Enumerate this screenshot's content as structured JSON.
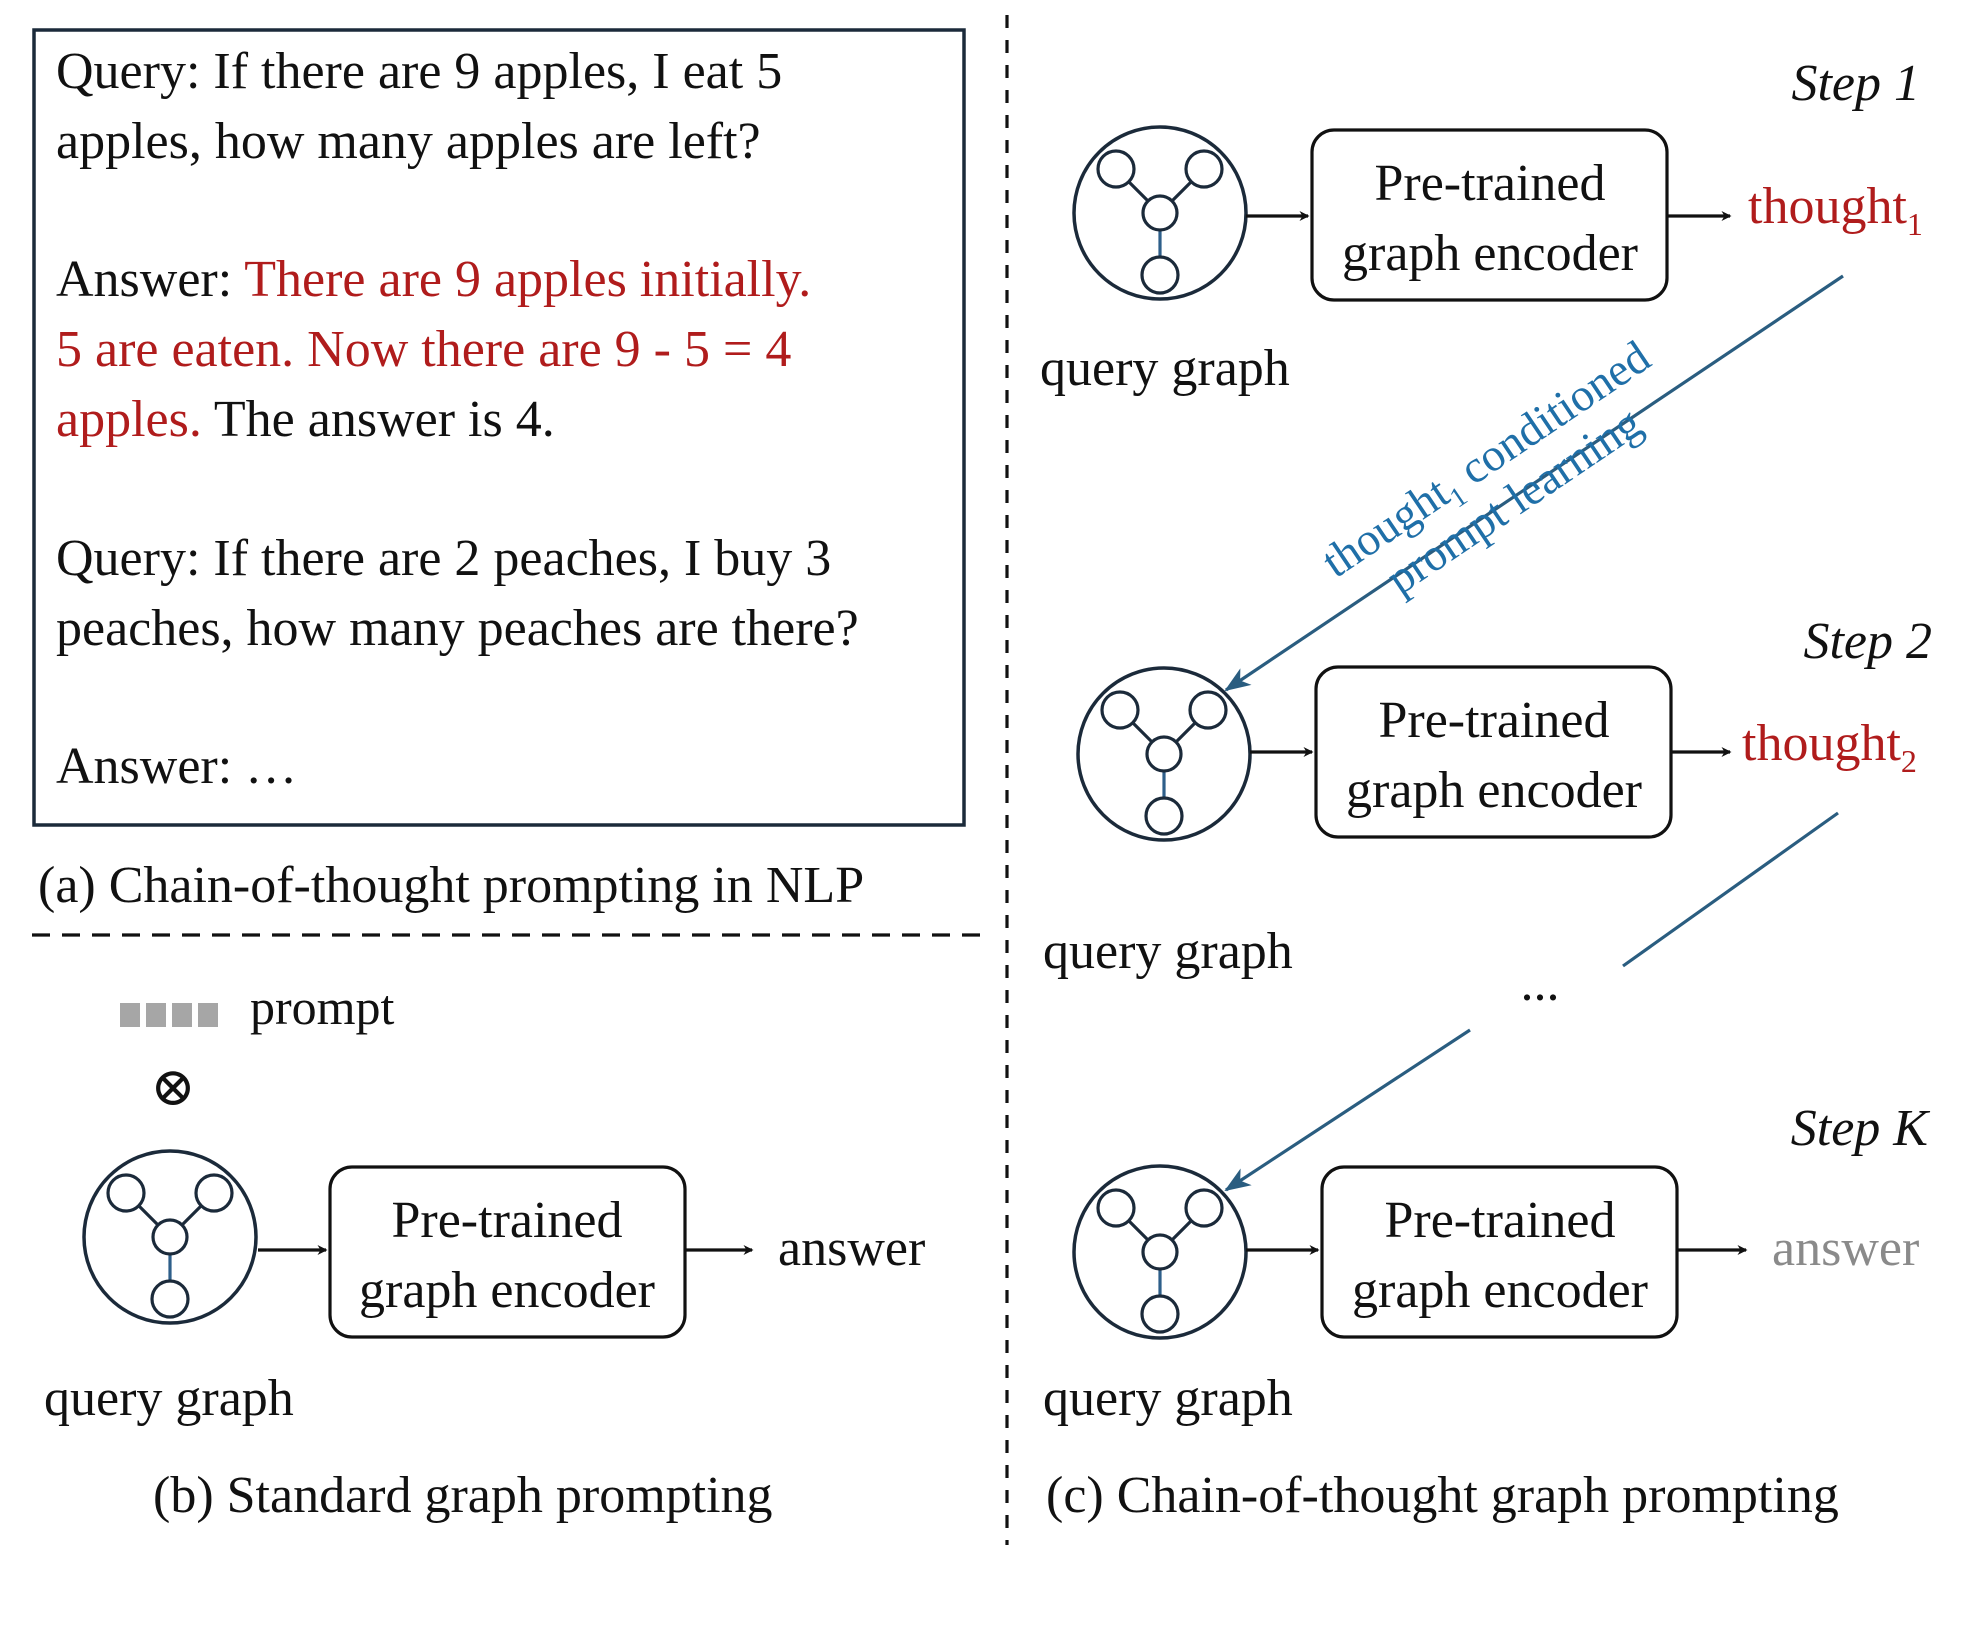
{
  "panel_a": {
    "lines": [
      [
        {
          "text": "Query: If there are 9 apples, I eat 5",
          "color": "black"
        }
      ],
      [
        {
          "text": "apples, how many apples are left?",
          "color": "black"
        }
      ],
      [
        {
          "text": "Answer: ",
          "color": "black"
        },
        {
          "text": "There are 9 apples initially.",
          "color": "red"
        }
      ],
      [
        {
          "text": "5 are eaten. Now there are 9 - 5 = 4",
          "color": "red"
        }
      ],
      [
        {
          "text": "apples.",
          "color": "red"
        },
        {
          "text": " The answer is 4.",
          "color": "black"
        }
      ],
      [
        {
          "text": "Query: If there are 2 peaches, I buy 3",
          "color": "black"
        }
      ],
      [
        {
          "text": "peaches, how many peaches are there?",
          "color": "black"
        }
      ],
      [
        {
          "text": "Answer: …",
          "color": "black"
        }
      ]
    ],
    "caption": "(a) Chain-of-thought prompting in NLP"
  },
  "panel_b": {
    "prompt_label": "prompt",
    "otimes": "⊗",
    "encoder_line1": "Pre-trained",
    "encoder_line2": "graph encoder",
    "output": "answer",
    "graph_label": "query graph",
    "caption": "(b) Standard graph prompting"
  },
  "panel_c": {
    "steps": [
      {
        "step_label": "Step 1",
        "encoder_line1": "Pre-trained",
        "encoder_line2": "graph encoder",
        "output": "thought",
        "output_sub": "1",
        "graph_label": "query graph"
      },
      {
        "step_label": "Step 2",
        "encoder_line1": "Pre-trained",
        "encoder_line2": "graph encoder",
        "output": "thought",
        "output_sub": "2",
        "graph_label": "query graph"
      },
      {
        "step_label": "Step K",
        "encoder_line1": "Pre-trained",
        "encoder_line2": "graph encoder",
        "output": "answer",
        "output_sub": "",
        "graph_label": "query graph"
      }
    ],
    "conditioned_line1_a": "thought",
    "conditioned_line1_sub": "1",
    "conditioned_line1_b": " conditioned",
    "conditioned_line2": "prompt learning",
    "ellipsis": "...",
    "caption": "(c) Chain-of-thought graph prompting"
  },
  "colors": {
    "red": "#b01c1c",
    "blue": "#1f6fa8",
    "gray": "#8a8a8a",
    "black": "#111111",
    "graph_stroke": "#1b2a3a",
    "chain_line": "#2a5d80",
    "prompt_squares": "#a6a6a6"
  }
}
